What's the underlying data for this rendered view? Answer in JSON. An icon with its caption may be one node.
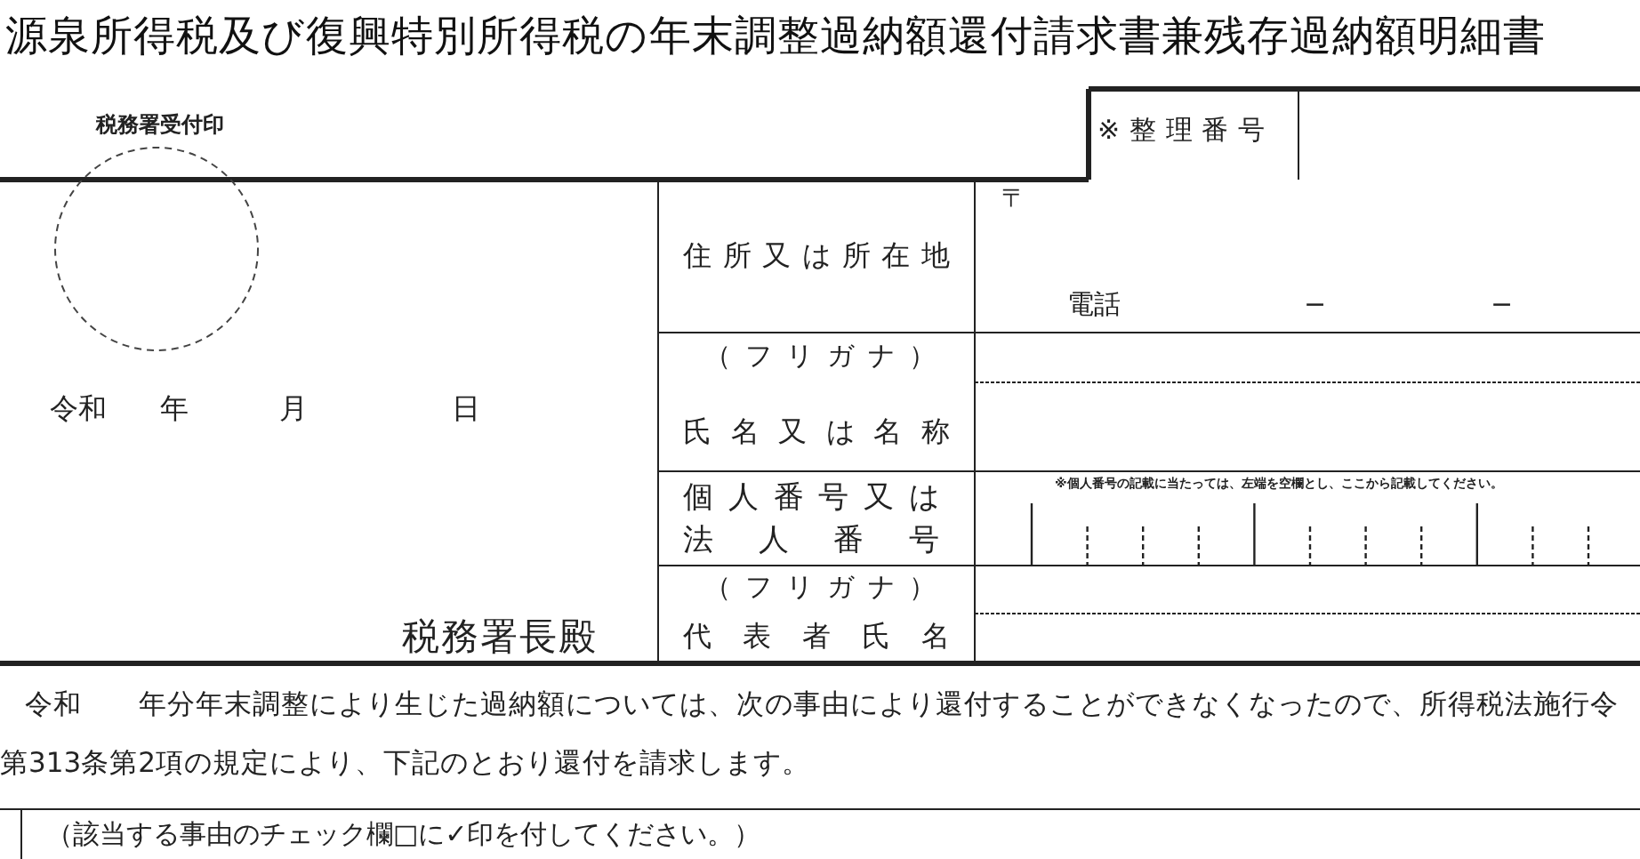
{
  "diagram": {
    "title": "源泉所得税及び復興特別所得税の年末調整過納額還付請求書兼残存過納額明細書",
    "nodes": [
      {
        "text": [
          "税務署受付印"
        ]
      }
    ],
    "labels": [
      "※整理番号",
      "令和",
      "年",
      "月",
      "日",
      "税務署長殿",
      "住所又は所在地",
      "〒",
      "電話",
      "−",
      "−",
      "（フリガナ）",
      "氏名又は名称",
      "個人番号又は法人番号",
      "※個人番号の記載に当たっては、左端を空欄とし、ここから記載してください。",
      "（フリガナ）",
      "代表者氏名",
      "令和　　年分年末調整により生じた過納額については、次の事由により還付することができなくなったので、所得税法施行令第313条第2項の規定により、下記のとおり還付を請求します。",
      "（該当する事由のチェック欄□に✓印を付してください。）"
    ]
  }
}
